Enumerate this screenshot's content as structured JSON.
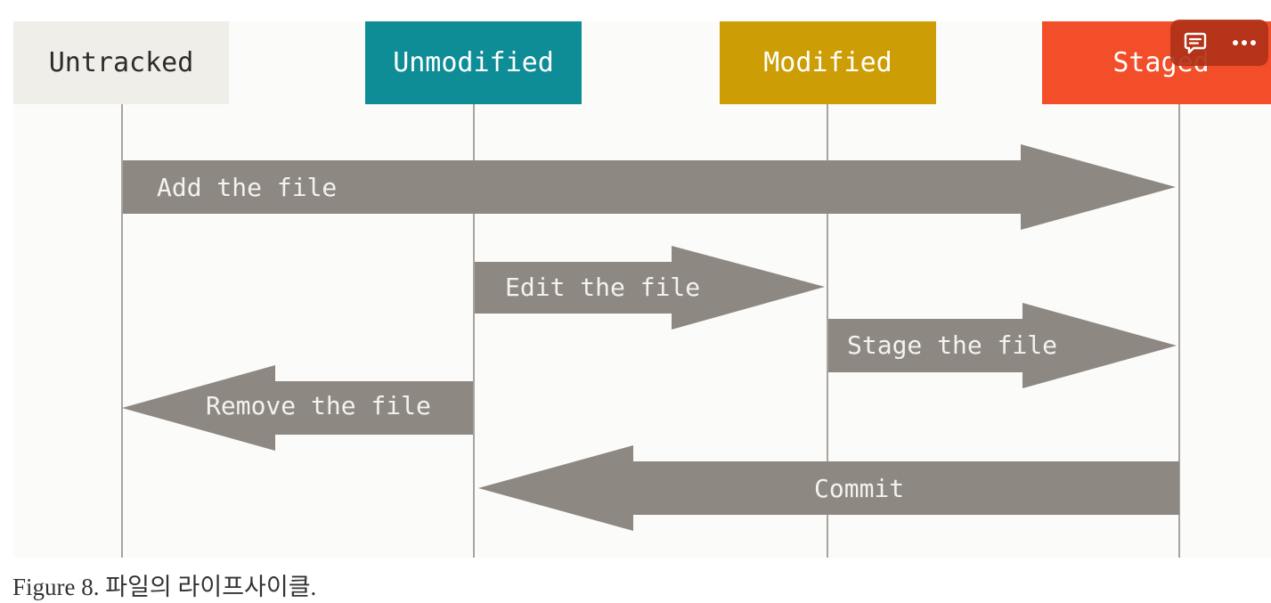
{
  "diagram": {
    "states": [
      {
        "id": "untracked",
        "label": "Untracked",
        "fill": "#efeee8",
        "text_color": "#2b2b2b"
      },
      {
        "id": "unmodified",
        "label": "Unmodified",
        "fill": "#0e8d97",
        "text_color": "#ffffff"
      },
      {
        "id": "modified",
        "label": "Modified",
        "fill": "#cc9d05",
        "text_color": "#ffffff"
      },
      {
        "id": "staged",
        "label": "Staged",
        "fill": "#f24e29",
        "text_color": "#ffffff"
      }
    ],
    "transitions": [
      {
        "label": "Add the file",
        "from": "untracked",
        "to": "staged"
      },
      {
        "label": "Edit the file",
        "from": "unmodified",
        "to": "modified"
      },
      {
        "label": "Stage the file",
        "from": "modified",
        "to": "staged"
      },
      {
        "label": "Remove the file",
        "from": "unmodified",
        "to": "untracked"
      },
      {
        "label": "Commit",
        "from": "staged",
        "to": "unmodified"
      }
    ],
    "arrow_color": "#8e8882",
    "lifeline_color": "#a9a49e"
  },
  "caption": "Figure 8. 파일의 라이프사이클.",
  "toolbar": {
    "comment_icon": "comment-icon",
    "more_icon": "more-icon"
  }
}
